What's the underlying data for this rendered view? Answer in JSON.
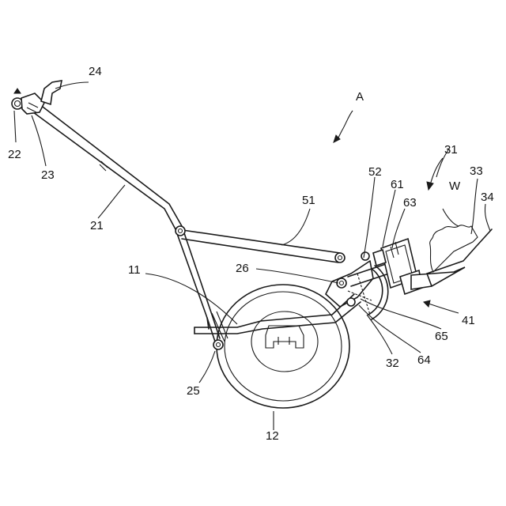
{
  "labels": {
    "l24": "24",
    "l22": "22",
    "l23": "23",
    "l21": "21",
    "lA": "A",
    "l31": "31",
    "l33": "33",
    "l34": "34",
    "l52": "52",
    "l61": "61",
    "lW": "W",
    "l63": "63",
    "l51": "51",
    "l11": "11",
    "l26": "26",
    "l41": "41",
    "l65": "65",
    "l32": "32",
    "l64": "64",
    "l25": "25",
    "l12": "12"
  }
}
